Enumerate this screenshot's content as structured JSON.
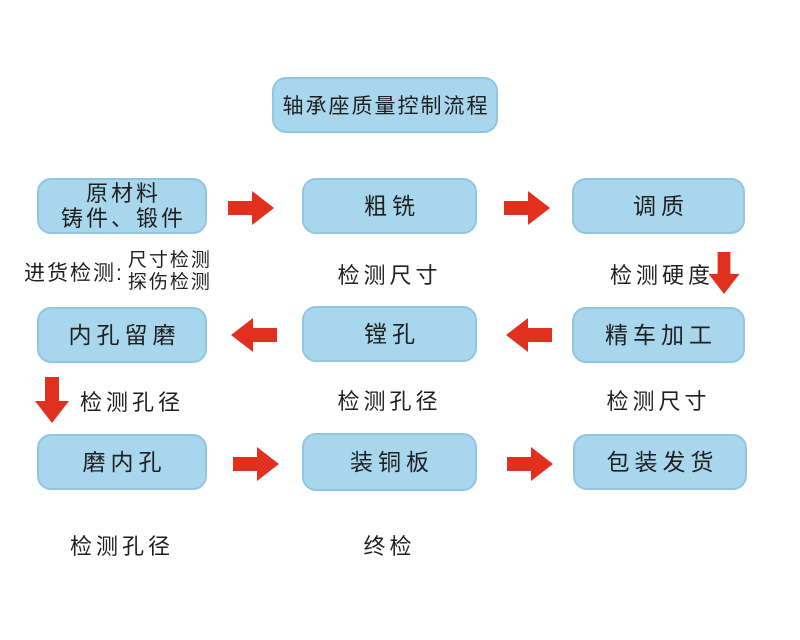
{
  "colors": {
    "box_fill": "#a8d6ec",
    "box_border": "#8fc7e2",
    "arrow": "#e2301f",
    "text": "#1f1f1f",
    "bg": "#ffffff"
  },
  "title": {
    "text": "轴承座质量控制流程"
  },
  "process": {
    "raw_material": {
      "line1": "原材料",
      "line2": "铸件、锻件"
    },
    "rough_mill": "粗铣",
    "temper": "调质",
    "bore_allowance": "内孔留磨",
    "boring": "镗孔",
    "fine_turning": "精车加工",
    "grind_bore": "磨内孔",
    "copper_plate": "装铜板",
    "pack_ship": "包装发货"
  },
  "inspections": {
    "incoming_prefix": "进货检测:",
    "incoming_item1": "尺寸检测",
    "incoming_item2": "探伤检测",
    "after_rough_mill": "检测尺寸",
    "after_temper": "检测硬度",
    "after_bore_allowance": "检测孔径",
    "after_boring": "检测孔径",
    "after_fine_turning": "检测尺寸",
    "after_grind_bore": "检测孔径",
    "final": "终检"
  },
  "icons": {
    "arrow_right": "right-block-arrow",
    "arrow_left": "left-block-arrow",
    "arrow_down": "down-block-arrow"
  }
}
